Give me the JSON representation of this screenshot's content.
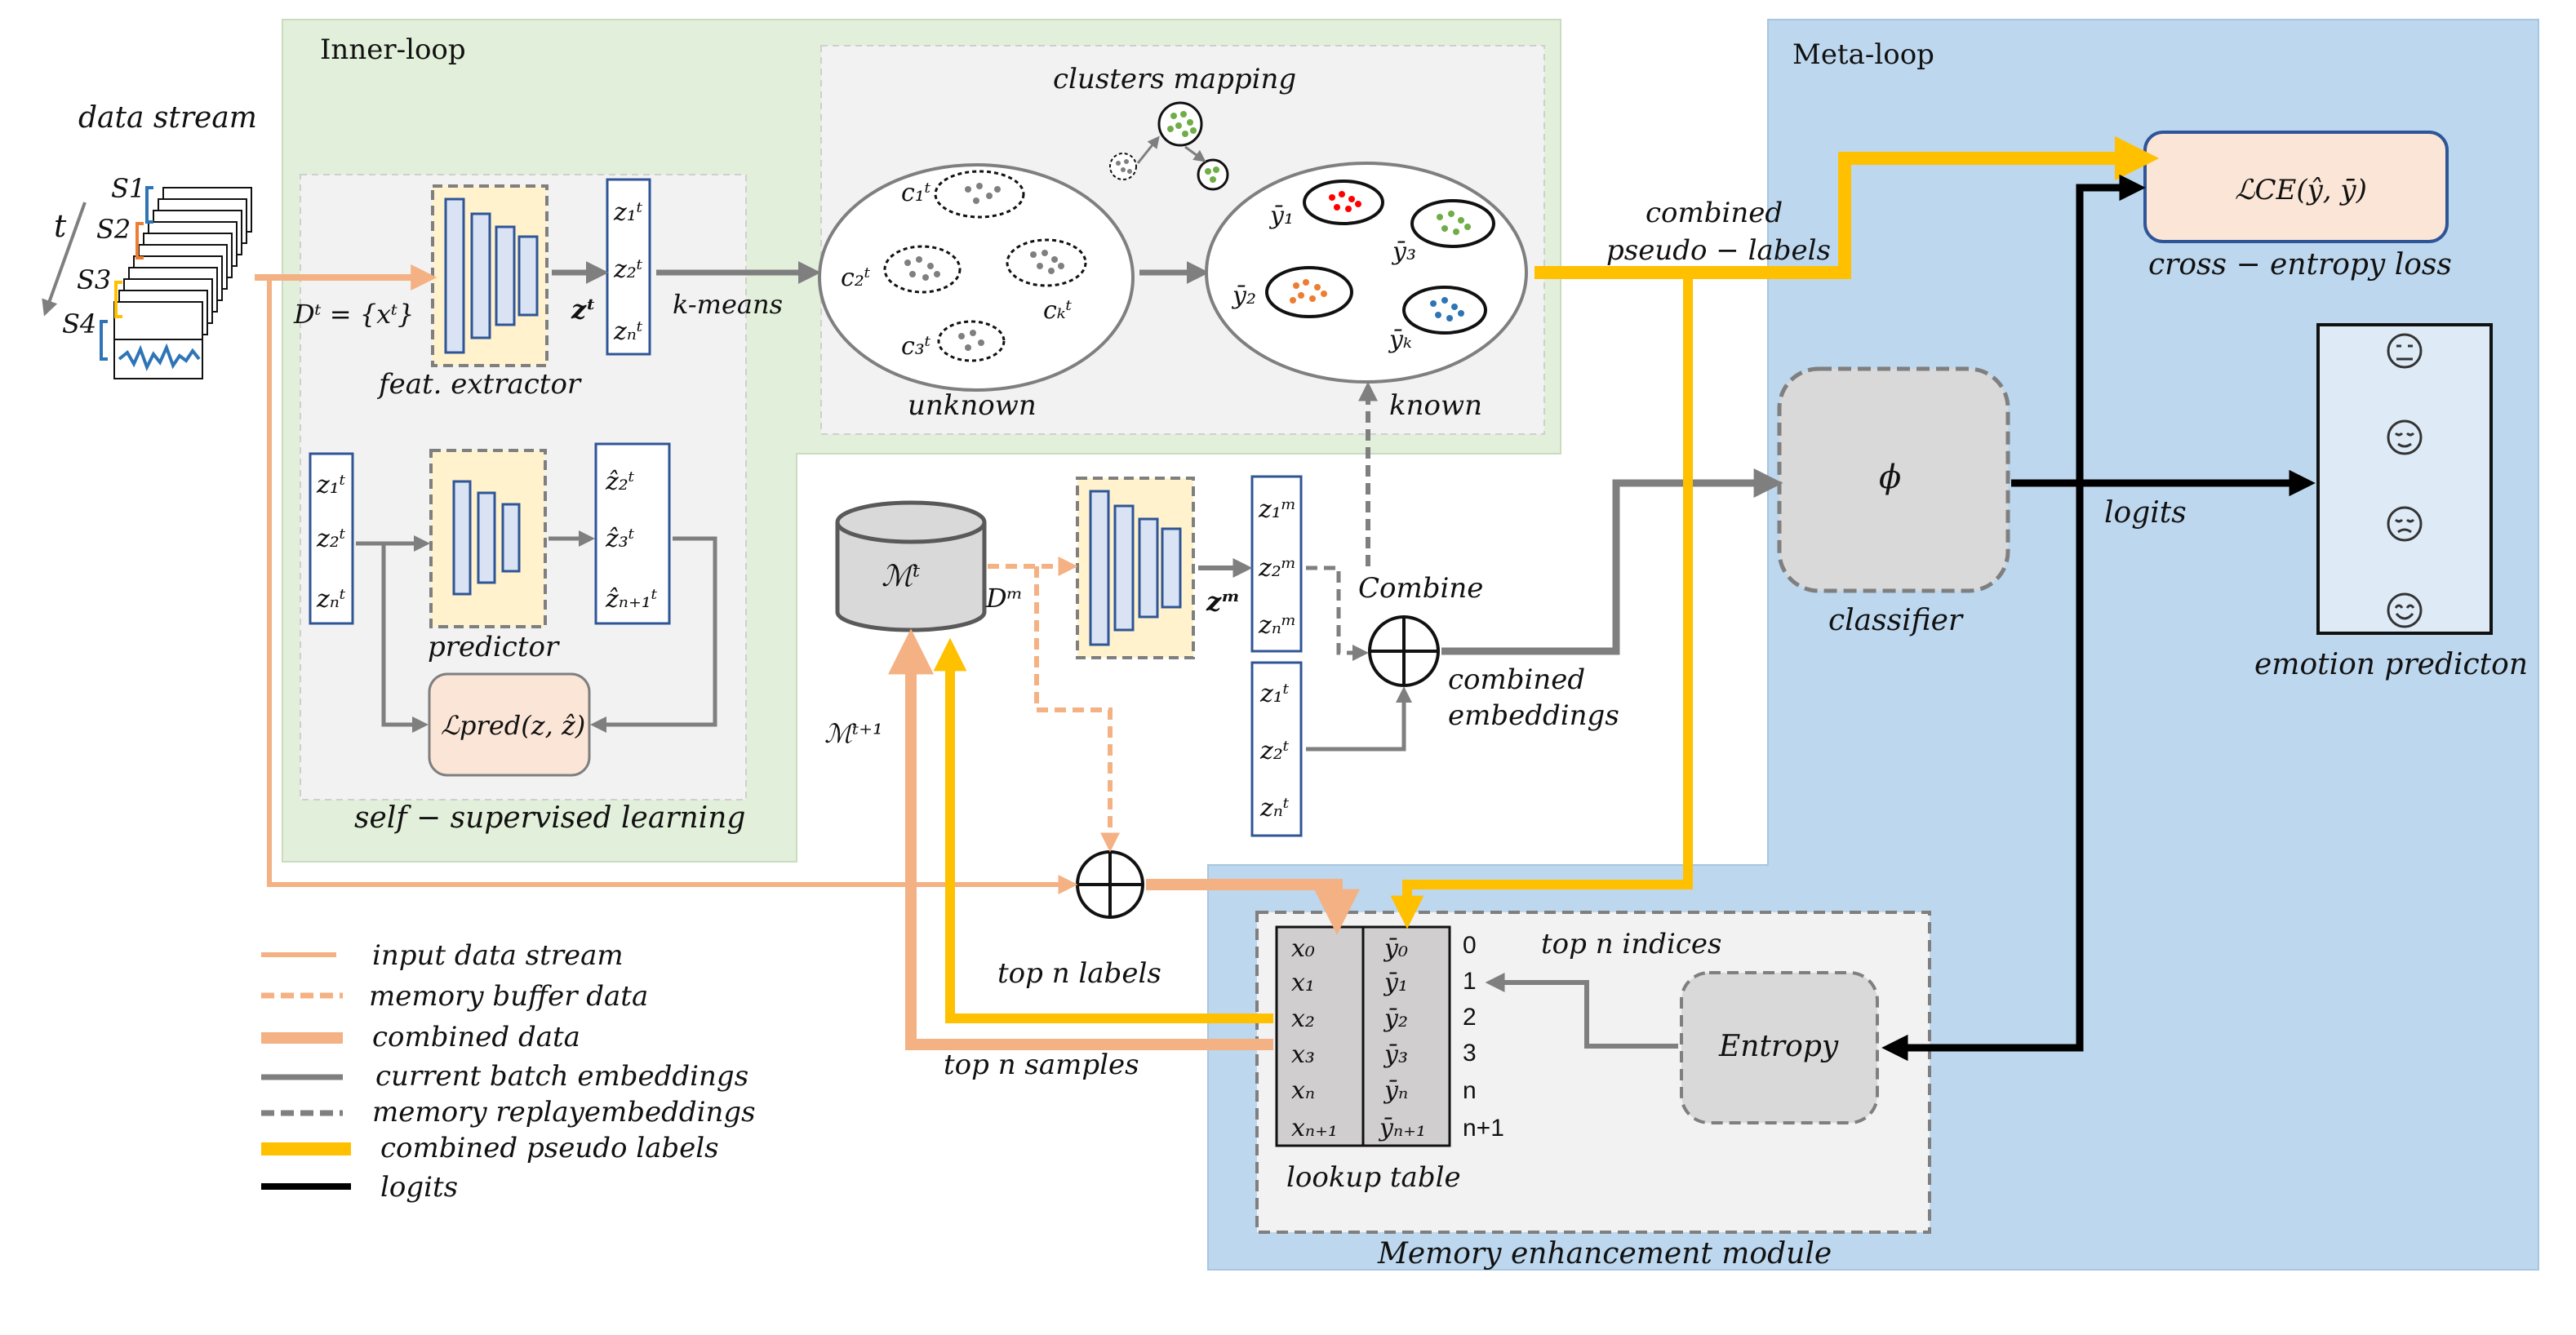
{
  "regions": {
    "inner_loop": "Inner-loop",
    "meta_loop": "Meta-loop",
    "memory_module": "Memory enhancement module"
  },
  "input": {
    "title": "data stream",
    "time": "t",
    "streams": [
      "S1",
      "S2",
      "S3",
      "S4"
    ],
    "dataset": "Dᵗ = {xᵗ}"
  },
  "feature_extractor": {
    "label": "feat. extractor",
    "embedding": "zᵗ",
    "z_items": [
      "z₁ᵗ",
      "z₂ᵗ",
      "zₙᵗ"
    ]
  },
  "kmeans": "k-means",
  "clusters": {
    "mapping": "clusters mapping",
    "unknown_label": "unknown",
    "known_label": "known",
    "unknown": [
      "c₁ᵗ",
      "c₂ᵗ",
      "cₖᵗ",
      "c₃ᵗ"
    ],
    "known": [
      "ȳ₁",
      "ȳ₃",
      "ȳ₂",
      "ȳₖ"
    ]
  },
  "predictor": {
    "label": "predictor",
    "inputs": [
      "z₁ᵗ",
      "z₂ᵗ",
      "zₙᵗ"
    ],
    "outputs": [
      "ẑ₂ᵗ",
      "ẑ₃ᵗ",
      "ẑₙ₊₁ᵗ"
    ],
    "loss": "ℒpred(z, ẑ)",
    "ssl": "self − supervised learning"
  },
  "memory": {
    "buffer": "ℳᵗ",
    "next": "ℳᵗ⁺¹",
    "data": "Dᵐ",
    "embedding": "zᵐ",
    "zm_items": [
      "z₁ᵐ",
      "z₂ᵐ",
      "zₙᵐ"
    ],
    "zt_items": [
      "z₁ᵗ",
      "z₂ᵗ",
      "zₙᵗ"
    ],
    "combine": "Combine",
    "combined_embeddings": [
      "combined",
      "embeddings"
    ],
    "top_labels": "top n labels",
    "top_samples": "top n samples",
    "top_indices": "top n indices"
  },
  "lookup": {
    "label": "lookup table",
    "x": [
      "x₀",
      "x₁",
      "x₂",
      "x₃",
      "xₙ",
      "xₙ₊₁"
    ],
    "y": [
      "ȳ₀",
      "ȳ₁",
      "ȳ₂",
      "ȳ₃",
      "ȳₙ",
      "ȳₙ₊₁"
    ],
    "idx": [
      "0",
      "1",
      "2",
      "3",
      "n",
      "n+1"
    ]
  },
  "entropy": "Entropy",
  "meta": {
    "pseudo": [
      "combined",
      "pseudo − labels"
    ],
    "ce_loss": "ℒCE(ŷ, ȳ)",
    "ce_label": "cross − entropy loss",
    "classifier_symbol": "ϕ",
    "classifier_label": "classifier",
    "logits": "logits",
    "emotion_label": "emotion predicton",
    "emotions": [
      "neutral-face-icon",
      "relieved-face-icon",
      "sad-face-icon",
      "smiling-face-icon"
    ]
  },
  "legend": [
    {
      "label": "input data stream",
      "color": "#f4b183",
      "style": "solid"
    },
    {
      "label": "memory buffer data",
      "color": "#f4b183",
      "style": "dashed"
    },
    {
      "label": "combined data",
      "color": "#f4b183",
      "style": "thick"
    },
    {
      "label": "current batch embeddings",
      "color": "#7f7f7f",
      "style": "solid"
    },
    {
      "label": "memory replayembeddings",
      "color": "#7f7f7f",
      "style": "dashed"
    },
    {
      "label": "combined pseudo labels",
      "color": "#ffc000",
      "style": "thick"
    },
    {
      "label": "logits",
      "color": "#000000",
      "style": "solid"
    }
  ],
  "colors": {
    "inner_bg": "#e2efda",
    "meta_bg": "#bdd7ee",
    "panel_bg": "#f2f2f2",
    "extractor_bg": "#fff2cc",
    "loss_bg": "#fbe5d6",
    "orange": "#f4b183",
    "gold": "#ffc000",
    "gray": "#7f7f7f",
    "blue_bar": "#dae3f3"
  }
}
